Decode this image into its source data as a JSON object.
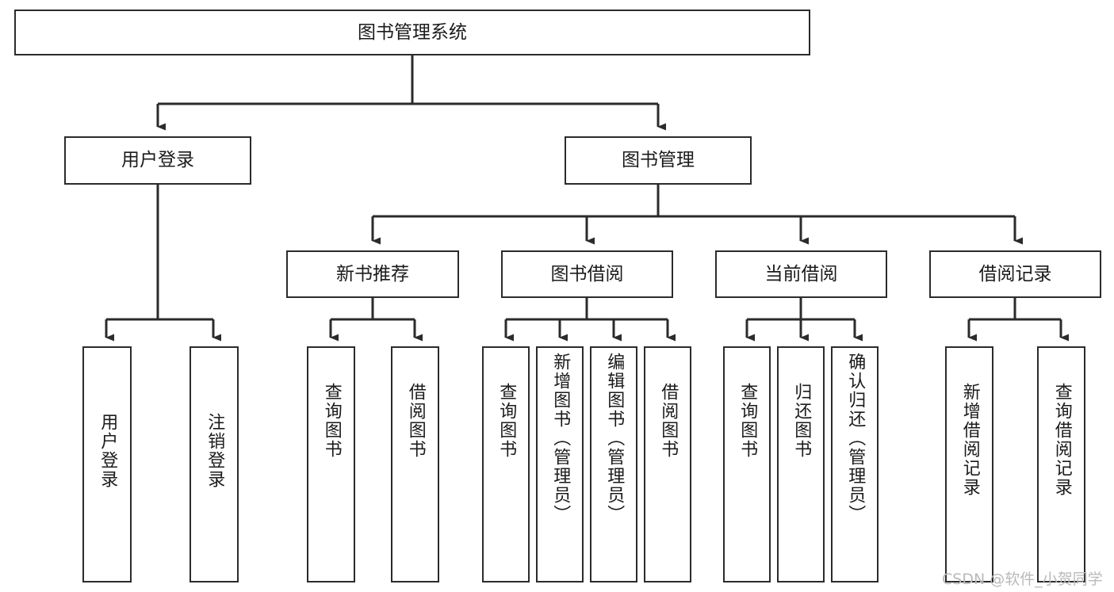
{
  "diagram": {
    "type": "tree-hierarchy-chart",
    "title": "图书管理系统",
    "colors": {
      "box_border": "#2b2b2b",
      "box_fill": "#ffffff",
      "connector": "#2b2b2b",
      "text": "#1b1b1b",
      "watermark": "#b9b9b9",
      "background": "#ffffff"
    },
    "root": {
      "label": "图书管理系统"
    },
    "level2": [
      {
        "label": "用户登录"
      },
      {
        "label": "图书管理"
      }
    ],
    "level3": [
      {
        "label": "新书推荐"
      },
      {
        "label": "图书借阅"
      },
      {
        "label": "当前借阅"
      },
      {
        "label": "借阅记录"
      }
    ],
    "leaves": {
      "user_login": [
        {
          "label": "用户登录"
        },
        {
          "label": "注销登录"
        }
      ],
      "new_book_recommend": [
        {
          "label": "查询图书"
        },
        {
          "label": "借阅图书"
        }
      ],
      "book_borrow": [
        {
          "label": "查询图书"
        },
        {
          "label": "新增图书（管理员）"
        },
        {
          "label": "编辑图书（管理员）"
        },
        {
          "label": "借阅图书"
        }
      ],
      "current_borrow": [
        {
          "label": "查询图书"
        },
        {
          "label": "归还图书"
        },
        {
          "label": "确认归还（管理员）"
        }
      ],
      "borrow_record": [
        {
          "label": "新增借阅记录"
        },
        {
          "label": "查询借阅记录"
        }
      ]
    }
  },
  "watermark": {
    "text": "CSDN @软件_小贺同学"
  }
}
